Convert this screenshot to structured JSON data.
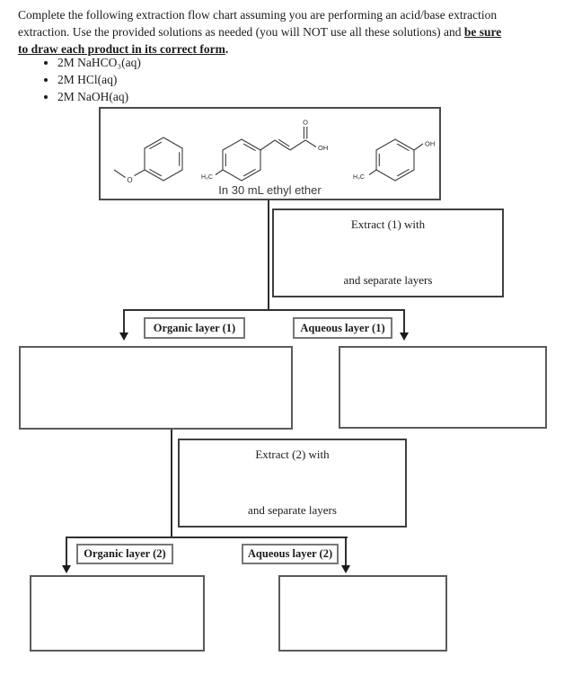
{
  "document": {
    "instructions": {
      "normal": "Complete the following extraction flow chart assuming you are performing an acid/base extraction extraction. Use the provided solutions as needed (you will NOT use all these solutions) and ",
      "emphasis": "be sure to draw each product in its correct form",
      "suffix": "."
    },
    "solutions": [
      "2M NaHCO₃(aq)",
      "2M HCl(aq)",
      "2M NaOH(aq)"
    ]
  },
  "mixture": {
    "caption": "In 30 mL ethyl ether",
    "molecules": [
      {
        "name": "anisole",
        "o_label": "O"
      },
      {
        "name": "4-methylcinnamic acid",
        "h3c_label": "H₃C",
        "o_label": "O",
        "oh_label": "OH"
      },
      {
        "name": "p-cresol",
        "h3c_label": "H₃C",
        "oh_label": "OH"
      }
    ]
  },
  "flowchart": {
    "extract1_line1": "Extract (1) with",
    "extract1_line2": "and separate layers",
    "organic1_label": "Organic layer (1)",
    "aqueous1_label": "Aqueous layer (1)",
    "extract2_line1": "Extract (2) with",
    "extract2_line2": "and separate layers",
    "organic2_label": "Organic layer (2)",
    "aqueous2_label": "Aqueous layer (2)"
  },
  "colors": {
    "line": "#2f2f2f",
    "box_border": "#5a5a5a",
    "text": "#1b1b1b"
  }
}
